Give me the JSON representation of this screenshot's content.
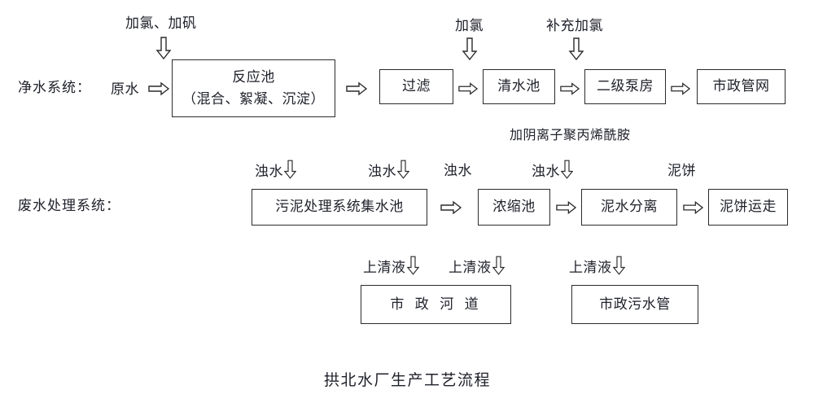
{
  "diagram": {
    "title": "拱北水厂生产工艺流程",
    "row_labels": {
      "clean_water_system": "净水系统：",
      "wastewater_system": "废水处理系统："
    },
    "clean_water": {
      "inlet_label": "原水",
      "dosing_labels": [
        {
          "text": "加氯、加矾"
        },
        {
          "text": "加氯"
        },
        {
          "text": "补充加氯"
        }
      ],
      "polymer_note": "加阴离子聚丙烯酰胺",
      "boxes": [
        {
          "line1": "反应池",
          "line2": "（混合、絮凝、沉淀）"
        },
        {
          "line1": "过滤",
          "line2": ""
        },
        {
          "line1": "清水池",
          "line2": ""
        },
        {
          "line1": "二级泵房",
          "line2": ""
        },
        {
          "line1": "市政管网",
          "line2": ""
        }
      ]
    },
    "wastewater": {
      "feed_labels": [
        {
          "text": "浊水",
          "has_arrow": true
        },
        {
          "text": "浊水",
          "has_arrow": true
        },
        {
          "text": "浊水",
          "has_arrow": false
        },
        {
          "text": "浊水",
          "has_arrow": true
        },
        {
          "text": "泥饼",
          "has_arrow": false
        }
      ],
      "boxes": [
        {
          "line1": "污泥处理系统集水池"
        },
        {
          "line1": "浓缩池"
        },
        {
          "line1": "泥水分离"
        },
        {
          "line1": "泥饼运走"
        }
      ]
    },
    "discharge": {
      "feed_labels": [
        {
          "text": "上清液",
          "has_arrow": true
        },
        {
          "text": "上清液",
          "has_arrow": true
        },
        {
          "text": "上清液",
          "has_arrow": true
        }
      ],
      "boxes": [
        {
          "line1": "市 政 河 道"
        },
        {
          "line1": "市政污水管"
        }
      ]
    },
    "colors": {
      "stroke": "#2b2b2b",
      "text": "#20222b",
      "background": "#ffffff"
    }
  }
}
